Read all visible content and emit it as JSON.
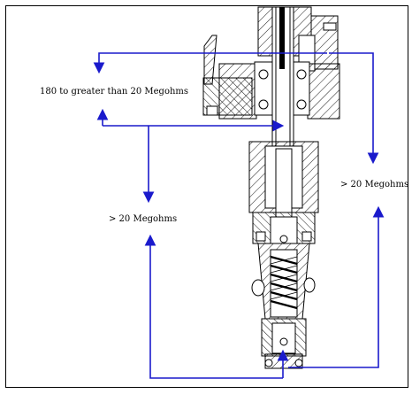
{
  "labels": {
    "top_left": "180 to greater than 20 Megohms",
    "middle_left": "> 20 Megohms",
    "right": "> 20 Megohms"
  },
  "colors": {
    "arrow": "#1a1acc",
    "drawing": "#000000",
    "background": "#ffffff"
  }
}
